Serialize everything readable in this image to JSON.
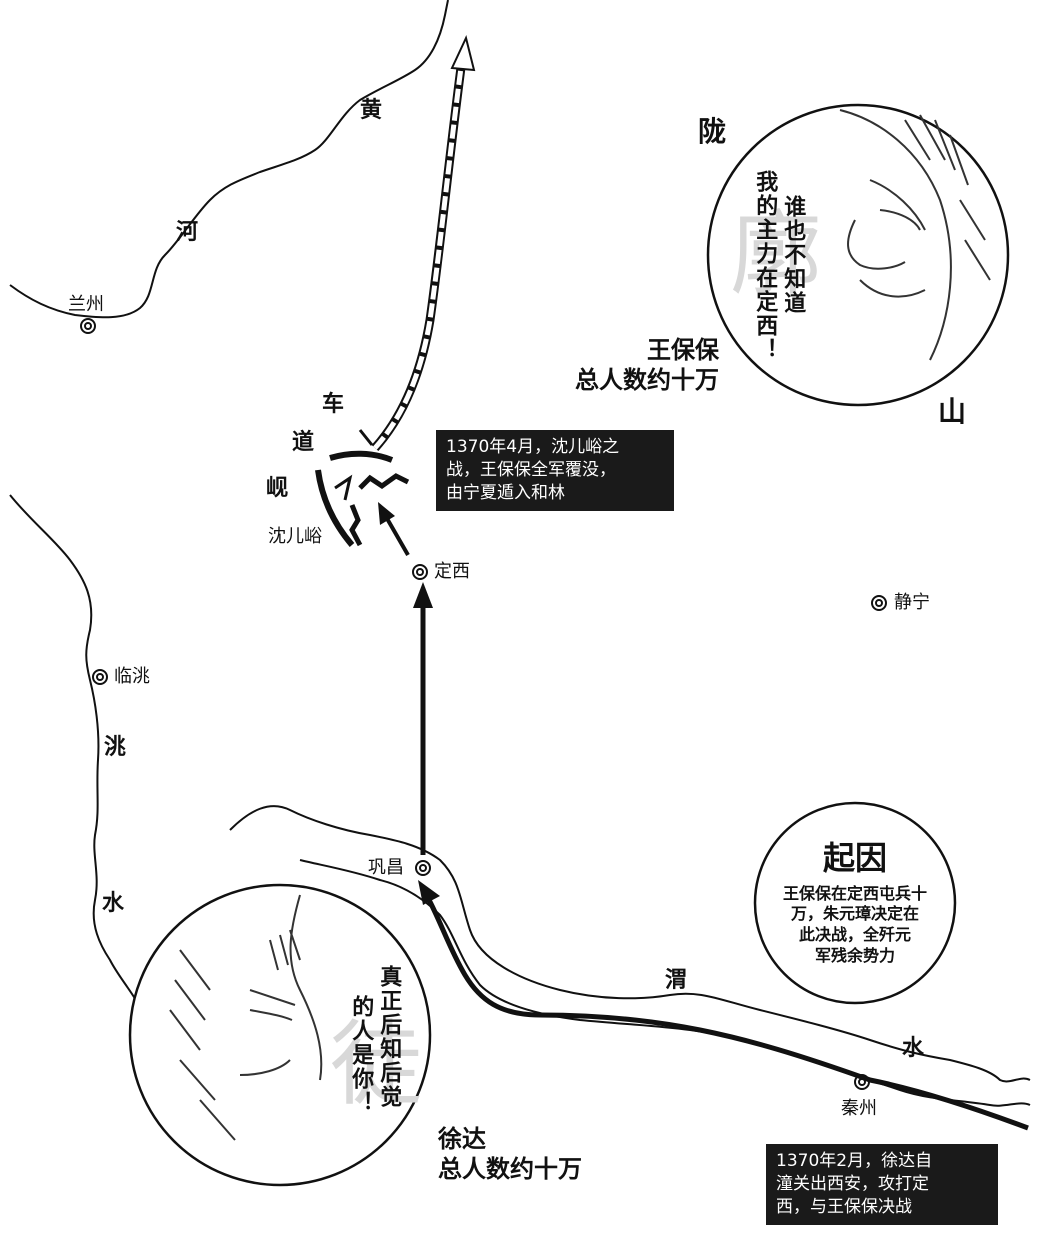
{
  "rivers": {
    "huang": [
      "黄",
      "河"
    ],
    "tao": [
      "洮",
      "水"
    ],
    "wei": [
      "渭",
      "水"
    ]
  },
  "region": {
    "long": "陇",
    "shan": "山",
    "chedao": [
      "车",
      "道",
      "岘"
    ]
  },
  "cities": {
    "lanzhou": "兰州",
    "dingxi": "定西",
    "jingning": "静宁",
    "lintao": "临洮",
    "gongchang": "巩昌",
    "qinzhou": "秦州",
    "shenerYu": "沈儿峪"
  },
  "wang": {
    "name": "王保保",
    "strength": "总人数约十万",
    "speech_col1": "谁也不知道",
    "speech_col2": "我的主力在定西！",
    "watermark": "廓"
  },
  "xu": {
    "name": "徐达",
    "strength": "总人数约十万",
    "speech_col1": "真正后知后觉",
    "speech_col2": "的人是你！",
    "watermark": "徒"
  },
  "battle_note": {
    "line1": "1370年4月，沈儿峪之",
    "line2": "战，王保保全军覆没，",
    "line3": "由宁夏遁入和林"
  },
  "start_note": {
    "line1": "1370年2月，徐达自",
    "line2": "潼关出西安，攻打定",
    "line3": "西，与王保保决战"
  },
  "cause": {
    "title": "起因",
    "line1": "王保保在定西屯兵十",
    "line2": "万，朱元璋决定在",
    "line3": "此决战，全歼元",
    "line4": "军残余势力"
  },
  "colors": {
    "ink": "#111111",
    "box": "#1a1a1a",
    "paper": "#ffffff"
  },
  "icons": [
    "city-marker-icon",
    "arrow-icon",
    "retreat-arrow-icon",
    "battle-mark-icon"
  ]
}
